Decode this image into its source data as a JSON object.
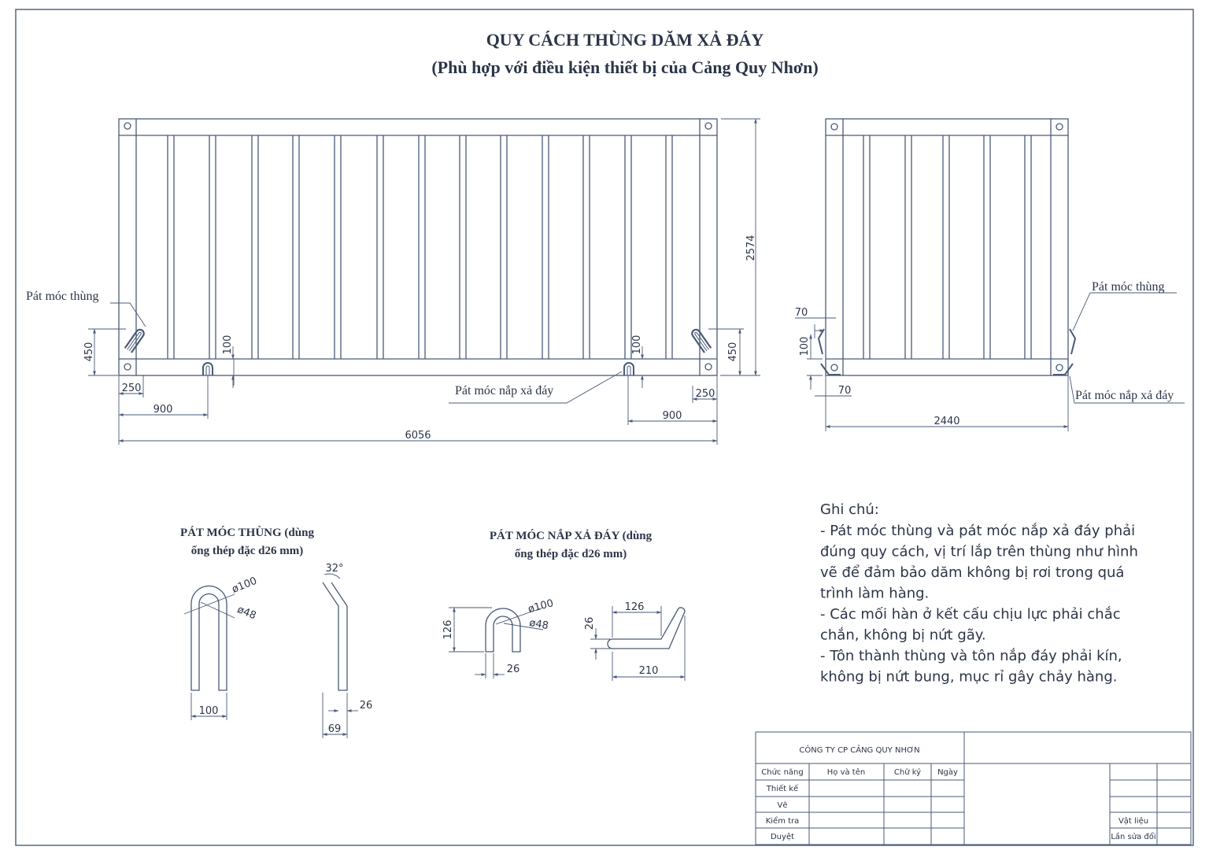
{
  "title": {
    "line1": "QUY CÁCH THÙNG DĂM XẢ ĐÁY",
    "line2": "(Phù hợp với điều kiện thiết bị của Cảng Quy Nhơn)"
  },
  "side_view": {
    "label_hook": "Pát móc thùng",
    "label_lid_hook": "Pát móc nắp xả đáy",
    "dims": {
      "height": "2574",
      "hook_height_left": "450",
      "hook_height_right": "450",
      "lid_hook_left": "100",
      "lid_hook_right": "100",
      "edge_left": "250",
      "edge_right": "250",
      "offset_left": "900",
      "offset_right": "900",
      "length": "6056"
    }
  },
  "end_view": {
    "label_hook": "Pát móc thùng",
    "label_lid_hook": "Pát móc nắp xả đáy",
    "dims": {
      "top_70": "70",
      "height_100": "100",
      "bottom_70": "70",
      "width": "2440"
    }
  },
  "detail_hook": {
    "title_line1": "PÁT MÓC THÙNG (dùng",
    "title_line2": "ống thép đặc d26 mm)",
    "dims": {
      "outer_dia": "ø100",
      "inner_dia": "ø48",
      "width": "100",
      "angle": "32°",
      "bar": "26",
      "offset": "69"
    }
  },
  "detail_lid_hook": {
    "title_line1": "PÁT MÓC NẮP XẢ ĐÁY (dùng",
    "title_line2": "ống thép đặc d26 mm)",
    "dims": {
      "outer_dia": "ø100",
      "inner_dia": "ø48",
      "height": "126",
      "bar": "26",
      "top": "126",
      "thick": "26",
      "length": "210"
    }
  },
  "notes": {
    "heading": "Ghi chú:",
    "lines": [
      "- Pát móc thùng và pát móc nắp xả đáy phải",
      "đúng quy cách, vị trí lắp trên thùng như hình",
      "vẽ để đảm bảo dăm không bị rơi trong quá",
      "trình làm hàng.",
      "- Các mối hàn ở kết cấu chịu lực phải chắc",
      "chắn, không bị nứt gãy.",
      "- Tôn thành thùng và tôn nắp đáy phải kín,",
      "không bị nứt bung, mục rỉ gây chảy hàng."
    ]
  },
  "title_block": {
    "company": "CÔNG TY CP CẢNG QUY NHƠN",
    "headers": {
      "function": "Chức năng",
      "name": "Họ và tên",
      "signature": "Chữ ký",
      "date": "Ngày"
    },
    "rows": [
      "Thiết kế",
      "Vẽ",
      "Kiểm tra",
      "Duyệt"
    ],
    "material": "Vật liệu",
    "revision": "Lần sửa đổi"
  },
  "colors": {
    "line": "#4a5a78",
    "text": "#2c3548",
    "paper": "#ffffff"
  }
}
